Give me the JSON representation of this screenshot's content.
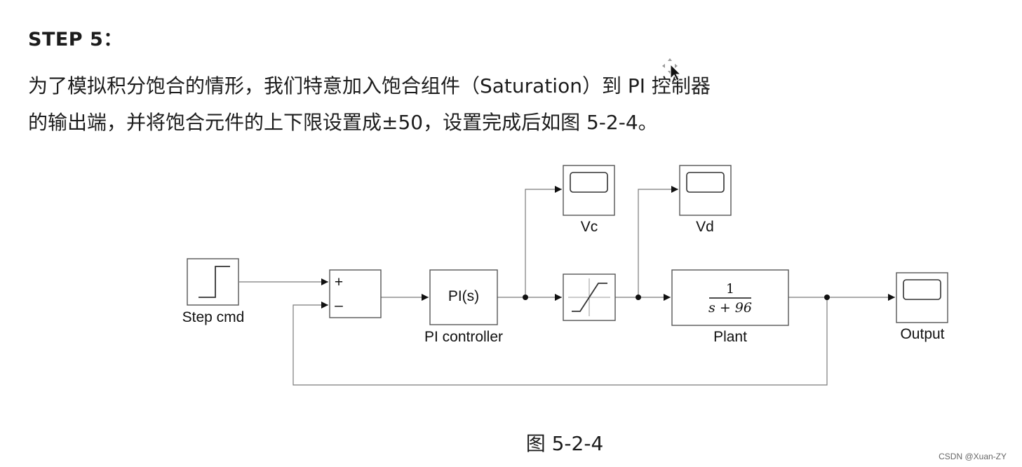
{
  "heading": "STEP 5：",
  "paragraph": {
    "line1": "为了模拟积分饱合的情形，我们特意加入饱合组件（Saturation）到 PI 控制器",
    "line2": "的输出端，并将饱合元件的上下限设置成±50，设置完成后如图 5-2-4。"
  },
  "diagram": {
    "blocks": {
      "step": "Step cmd",
      "sum_plus": "+",
      "sum_minus": "–",
      "pi_block_text": "PI(s)",
      "pi_label": "PI controller",
      "plant_numerator": "1",
      "plant_denominator": "s + 96",
      "plant_label": "Plant",
      "scope_vc": "Vc",
      "scope_vd": "Vd",
      "scope_output": "Output"
    }
  },
  "caption": "图 5-2-4",
  "watermark": "CSDN @Xuan-ZY",
  "icons": {
    "cursor": "move-cursor-icon"
  }
}
